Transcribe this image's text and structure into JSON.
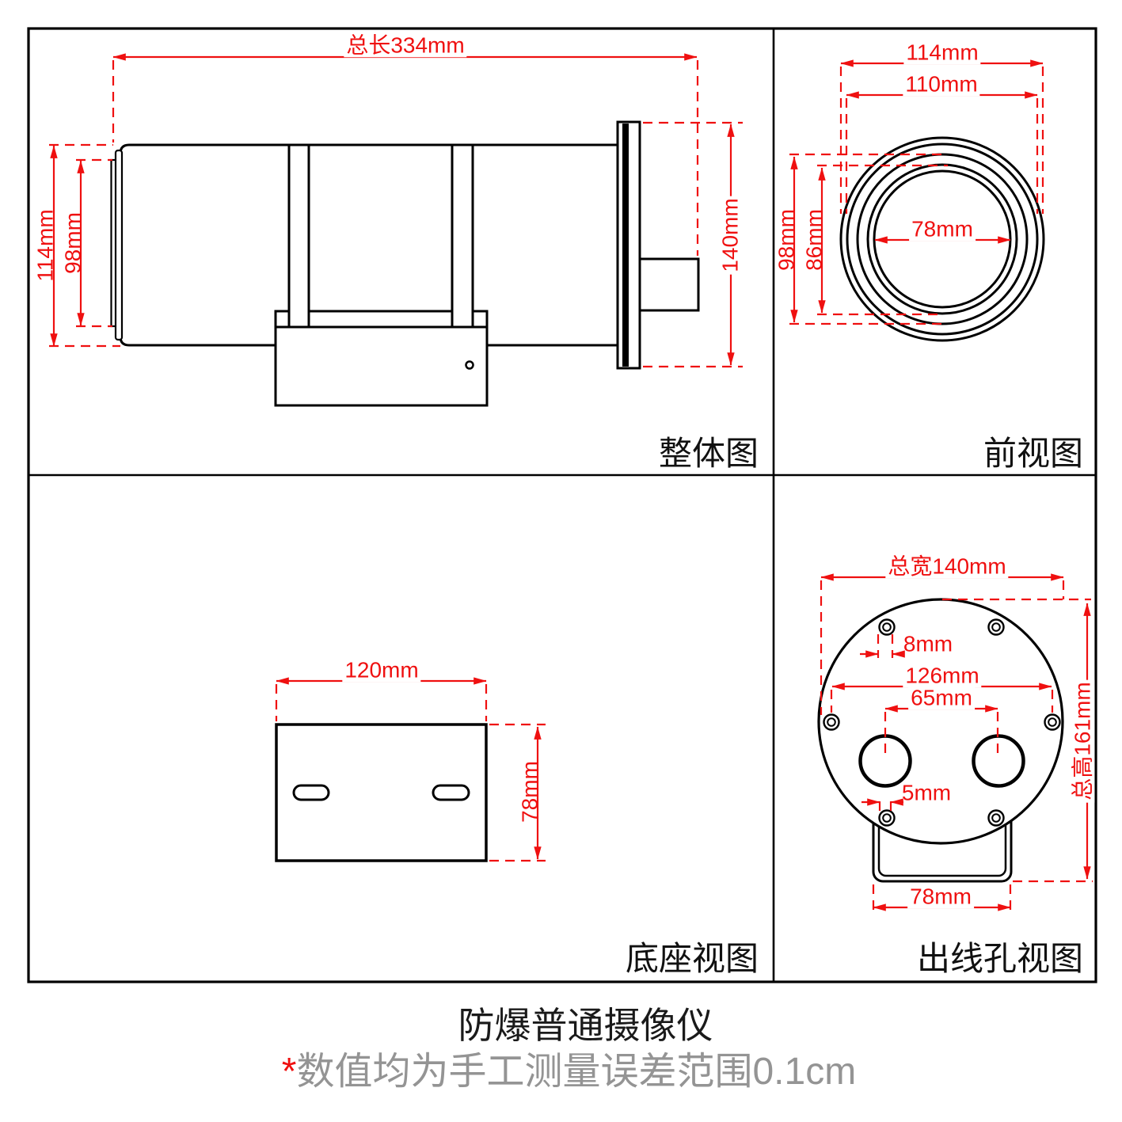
{
  "colors": {
    "dim": "#ef1010",
    "ink": "#000000",
    "note": "#949494",
    "title": "#1a1a1a"
  },
  "views": {
    "overall": {
      "label": "整体图",
      "dims": {
        "total_length": "总长334mm",
        "front_od": "114mm",
        "front_id": "98mm",
        "rear_od": "140mm"
      }
    },
    "front": {
      "label": "前视图",
      "dims": {
        "outer_dia": "114mm",
        "face_dia": "110mm",
        "glass_dia": "78mm",
        "vert_outer": "98mm",
        "vert_inner": "86mm"
      }
    },
    "base": {
      "label": "底座视图",
      "dims": {
        "plate_width": "120mm",
        "plate_depth": "78mm"
      }
    },
    "outlet": {
      "label": "出线孔视图",
      "dims": {
        "overall_width": "总宽140mm",
        "screw_hole": "8mm",
        "screw_pitch": "126mm",
        "gland_pitch": "65mm",
        "inner_hole": "5mm",
        "overall_height": "总高161mm",
        "bracket_width": "78mm"
      }
    }
  },
  "caption": {
    "title": "防爆普通摄像仪",
    "note_mark": "*",
    "note": "数值均为手工测量误差范围0.1cm"
  }
}
